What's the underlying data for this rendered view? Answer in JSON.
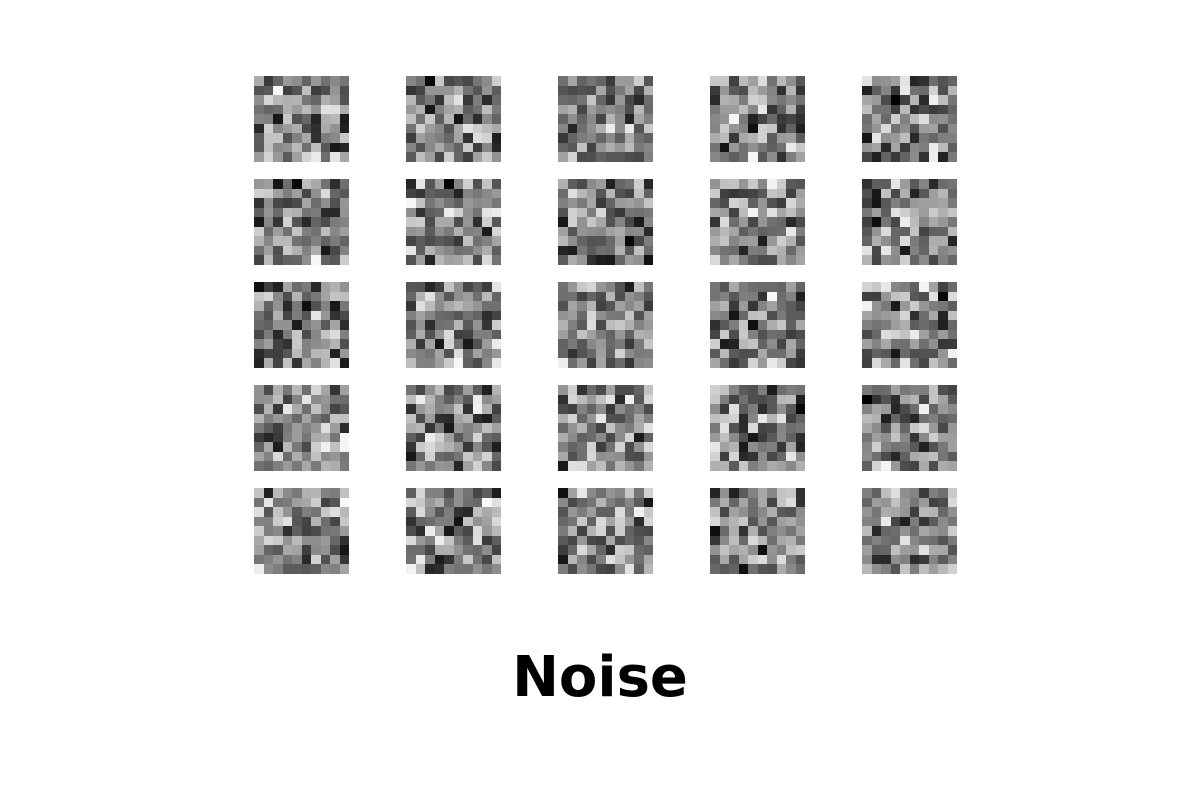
{
  "caption": "Noise",
  "grid": {
    "rows": 5,
    "cols": 5,
    "tile_cols": 10,
    "tile_rows": 9
  },
  "colors": {
    "background": "#ffffff",
    "caption": "#000000"
  }
}
